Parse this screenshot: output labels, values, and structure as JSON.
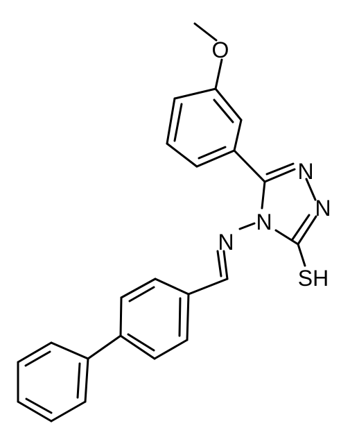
{
  "structure": {
    "atoms": {
      "O": "O",
      "N_imine": "N",
      "N_ring": "N",
      "N_top": "N",
      "N_right": "N",
      "SH": "SH"
    }
  }
}
